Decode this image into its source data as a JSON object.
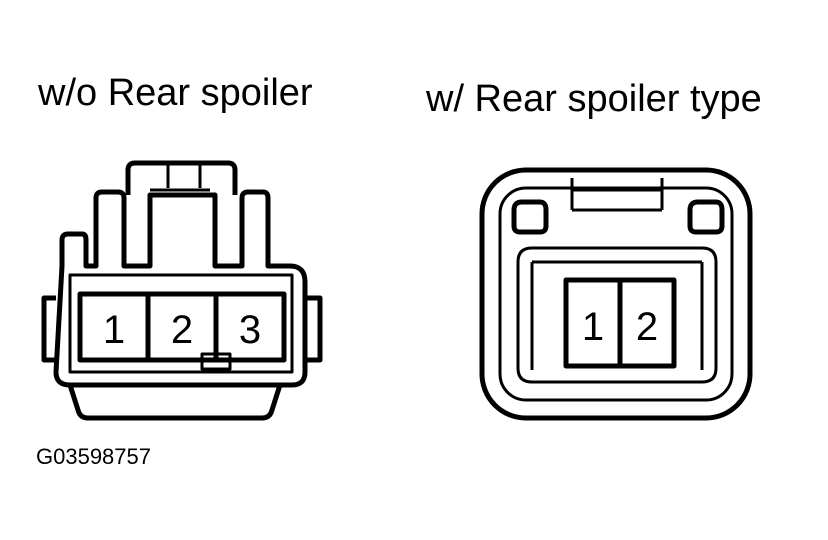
{
  "left_connector": {
    "title": "w/o Rear spoiler",
    "pins": [
      "1",
      "2",
      "3"
    ]
  },
  "right_connector": {
    "title": "w/ Rear spoiler type",
    "pins": [
      "1",
      "2"
    ]
  },
  "figure_id": "G03598757"
}
